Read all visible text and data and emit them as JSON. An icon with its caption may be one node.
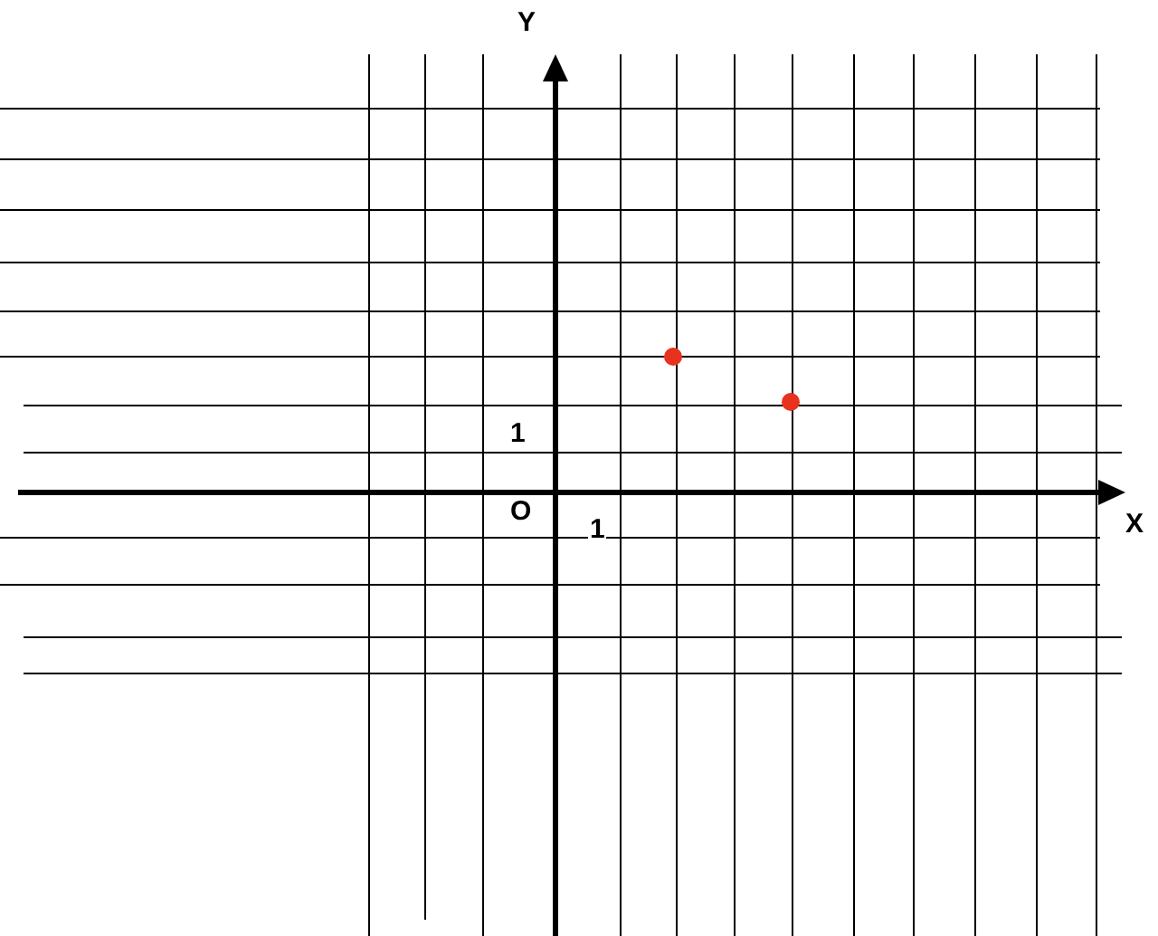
{
  "diagram": {
    "labels": [
      "Y",
      "1",
      "O",
      "X",
      "1"
    ]
  }
}
